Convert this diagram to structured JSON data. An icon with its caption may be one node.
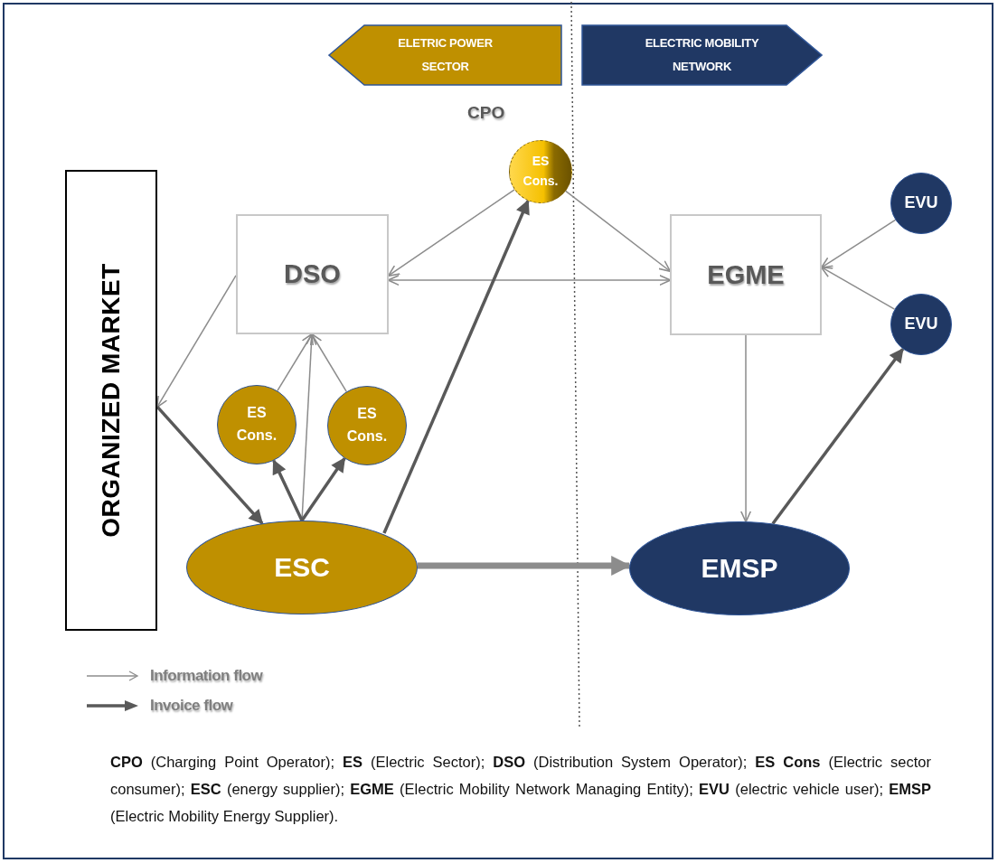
{
  "diagram": {
    "caption": "**CPO** (Charging Point Operator); **ES** (Electric Sector); **DSO** (Distribution System Operator); **ES Cons** (Electric sector consumer); **ESC** (energy supplier); **EGME** (Electric Mobility Network Managing Entity); **EVU** (electric vehicle user); **EMSP** (Electric Mobility Energy Supplier).",
    "nodes": [
      {
        "text": [
          "ORGANIZED MARKET"
        ]
      },
      {
        "text": [
          "ELETRIC POWER SECTOR"
        ]
      },
      {
        "text": [
          "ELECTRIC MOBILITY NETWORK"
        ]
      },
      {
        "text": [
          "CPO",
          "ES Cons."
        ]
      },
      {
        "text": [
          "DSO"
        ]
      },
      {
        "text": [
          "EGME"
        ]
      },
      {
        "text": [
          "EVU"
        ]
      },
      {
        "text": [
          "EVU"
        ]
      },
      {
        "text": [
          "ES Cons."
        ]
      },
      {
        "text": [
          "ES Cons."
        ]
      },
      {
        "text": [
          "ESC"
        ]
      },
      {
        "text": [
          "EMSP"
        ]
      }
    ],
    "edges": [
      {
        "from": 3,
        "to": 4,
        "arrow": "to"
      },
      {
        "from": 3,
        "to": 5,
        "arrow": "to"
      },
      {
        "from": 4,
        "to": 5,
        "arrow": "both"
      },
      {
        "from": 6,
        "to": 5,
        "arrow": "to"
      },
      {
        "from": 7,
        "to": 5,
        "arrow": "to"
      },
      {
        "from": 5,
        "to": 11,
        "arrow": "to"
      },
      {
        "from": 4,
        "to": 0,
        "arrow": "to"
      },
      {
        "from": 0,
        "to": 10,
        "arrow": "to",
        "style": "thick"
      },
      {
        "from": 8,
        "to": 4,
        "arrow": "to"
      },
      {
        "from": 9,
        "to": 4,
        "arrow": "to"
      },
      {
        "from": 10,
        "to": 4,
        "arrow": "to"
      },
      {
        "from": 10,
        "to": 8,
        "arrow": "to",
        "style": "thick"
      },
      {
        "from": 10,
        "to": 9,
        "arrow": "to",
        "style": "thick"
      },
      {
        "from": 10,
        "to": 3,
        "arrow": "to",
        "style": "thick"
      },
      {
        "from": 10,
        "to": 11,
        "arrow": "to",
        "style": "thick",
        "color": "#8c8c8c"
      },
      {
        "from": 11,
        "to": 7,
        "arrow": "to",
        "style": "thick"
      }
    ],
    "legend": [
      {
        "text": "Information flow"
      },
      {
        "text": "Invoice flow"
      }
    ]
  }
}
